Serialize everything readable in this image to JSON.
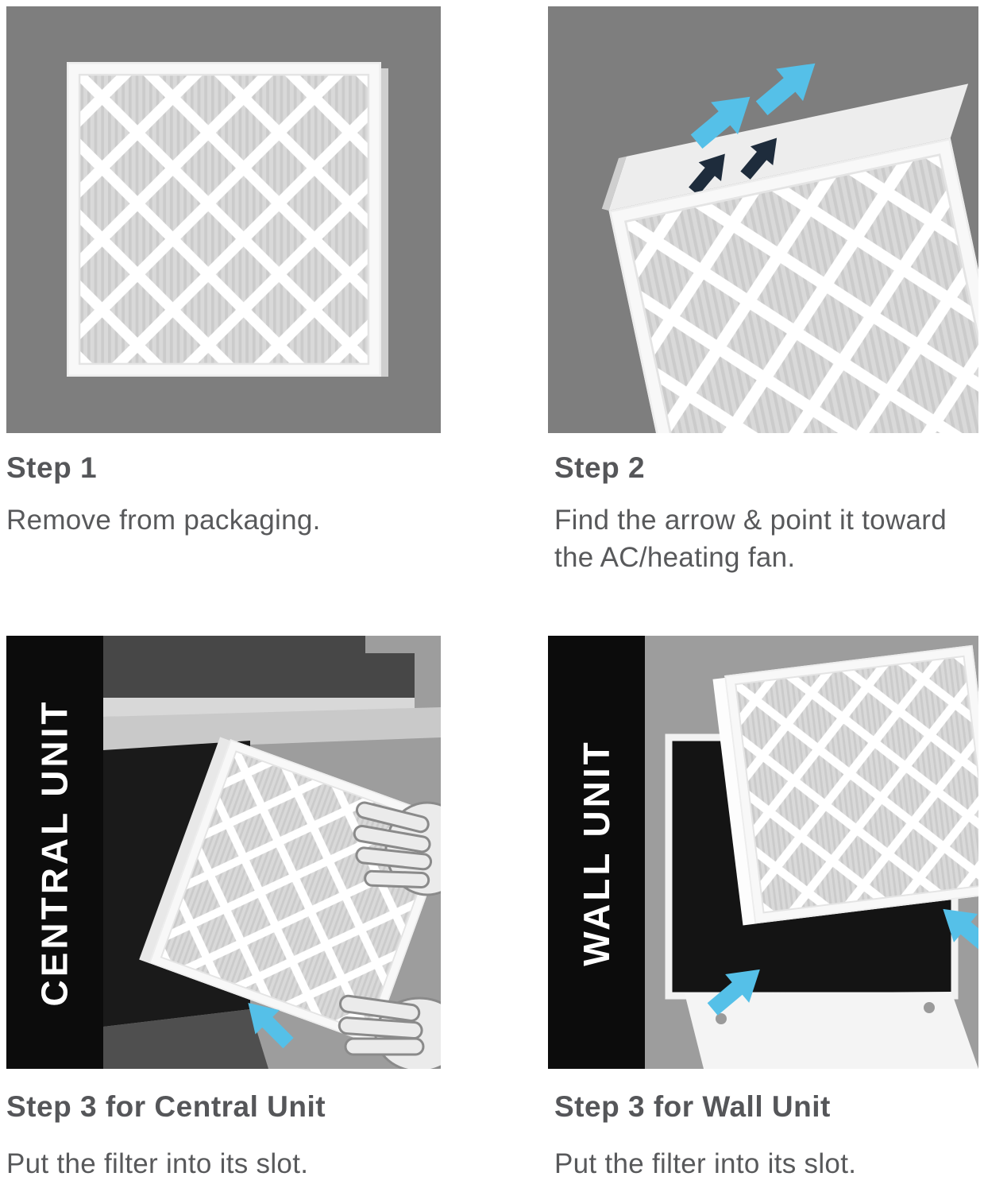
{
  "page": {
    "background": "#ffffff"
  },
  "colors": {
    "panel_background": "#7e7e7e",
    "illustration_background": "#9d9d9d",
    "banner_background": "#0c0c0c",
    "text": "#58595b",
    "arrow_blue": "#55c0e8",
    "arrow_dark": "#1e2c3c",
    "filter_frame": "#f8f8f8",
    "slot_black": "#1a1a1a"
  },
  "icons": {
    "airflow_arrow_blue": "blue up-right airflow arrows",
    "airflow_arrow_dark": "dark printed airflow-direction arrows on filter edge"
  },
  "steps": [
    {
      "title": "Step 1",
      "caption": "Remove from packaging."
    },
    {
      "title": "Step 2",
      "caption": "Find the arrow & point it toward the AC/heating fan."
    },
    {
      "title": "Step 3 for Central Unit",
      "caption": "Put the filter into its slot.",
      "banner": "CENTRAL UNIT"
    },
    {
      "title": "Step 3 for Wall Unit",
      "caption": "Put the filter into its slot.",
      "banner": "WALL UNIT"
    }
  ]
}
